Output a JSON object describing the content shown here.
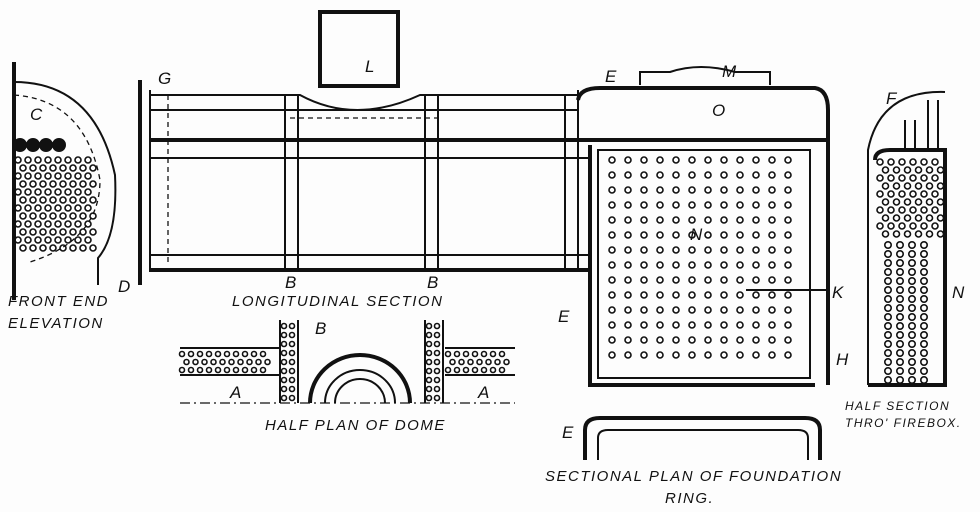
{
  "letters": {
    "L": "L",
    "G": "G",
    "E_top": "E",
    "M": "M",
    "O": "O",
    "C": "C",
    "D": "D",
    "B_left": "B",
    "B_right": "B",
    "N_center": "N",
    "K": "K",
    "N_right": "N",
    "E_side": "E",
    "H": "H",
    "F": "F",
    "B_plan": "B",
    "A_left": "A",
    "A_right": "A",
    "E_ring": "E"
  },
  "captions": {
    "front_end_1": "FRONT END",
    "front_end_2": "ELEVATION",
    "longitudinal": "LONGITUDINAL SECTION",
    "half_plan": "HALF PLAN OF DOME",
    "foundation_1": "SECTIONAL PLAN OF FOUNDATION",
    "foundation_2": "RING.",
    "half_section_1": "HALF SECTION",
    "half_section_2": "THRO' FIREBOX."
  }
}
